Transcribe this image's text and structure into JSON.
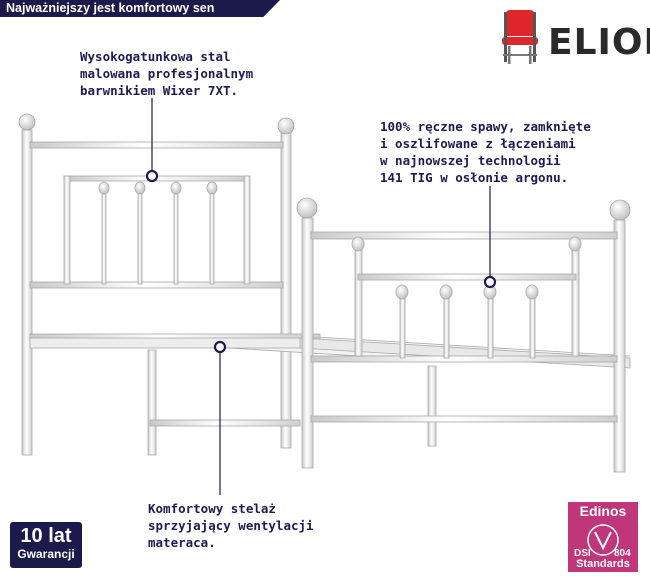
{
  "banner": {
    "text": "Najważniejszy jest komfortowy sen"
  },
  "brand": {
    "name": "ELIOR",
    "logo_icon": "chair-icon",
    "logo_color": "#e0262d"
  },
  "notes": {
    "steel": [
      "Wysokogatunkowa stal",
      "malowana profesjonalnym",
      "barwnikiem Wixer 7XT."
    ],
    "welds": [
      "100% ręczne spawy, zamknięte",
      "i oszlifowane z łączeniami",
      "w najnowszej technologii",
      "141 TIG w osłonie argonu."
    ],
    "slats": [
      "Komfortowy stelaż",
      "sprzyjający wentylacji",
      "materaca."
    ]
  },
  "warranty": {
    "big": "10 lat",
    "small": "Gwarancji"
  },
  "certificate": {
    "brand": "Edinos",
    "left": "DSI",
    "right": "804",
    "bottom": "Standards",
    "color": "#c0367a"
  },
  "colors": {
    "accent": "#1b1a4a",
    "text": "#1d1b54"
  }
}
